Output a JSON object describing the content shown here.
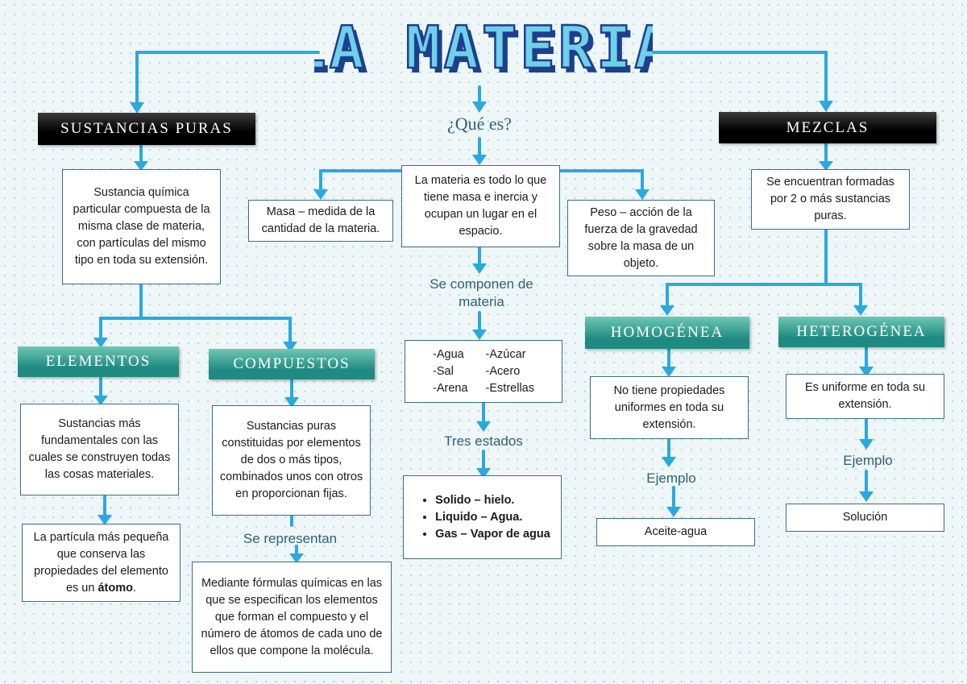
{
  "title": "LA MATERIA",
  "center": {
    "question": "¿Qué es?",
    "definition": "La materia es todo lo que tiene masa e inercia y ocupan un lugar en el espacio.",
    "masa": "Masa – medida de la cantidad de la materia.",
    "peso": "Peso – acción de la fuerza de la gravedad sobre la masa de un objeto.",
    "se_componen": "Se componen de materia",
    "examples": [
      "-Agua",
      "-Azúcar",
      "-Sal",
      "-Acero",
      "-Arena",
      "-Estrellas"
    ],
    "tres_estados": "Tres estados",
    "states": [
      "Solido – hielo.",
      "Liquido – Agua.",
      "Gas – Vapor de agua"
    ]
  },
  "sustancias": {
    "header": "SUSTANCIAS PURAS",
    "definition": "Sustancia química particular compuesta de la misma clase de materia, con partículas del mismo tipo en toda su extensión.",
    "elementos": {
      "header": "ELEMENTOS",
      "definition": "Sustancias más fundamentales con las cuales se construyen todas las cosas materiales.",
      "particle_text": "La partícula más pequeña que conserva las propiedades del elemento es un",
      "particle_bold": "átomo",
      "particle_end": "."
    },
    "compuestos": {
      "header": "COMPUESTOS",
      "definition": "Sustancias puras constituidas por elementos de dos o más tipos, combinados unos con otros en proporcionan fijas.",
      "se_representan": "Se representan",
      "formula": "Mediante fórmulas químicas en las que se especifican los elementos que forman el compuesto y el número de átomos de cada uno de ellos que compone la molécula."
    }
  },
  "mezclas": {
    "header": "MEZCLAS",
    "definition": "Se encuentran formadas por 2 o más sustancias puras.",
    "homogenea": {
      "header": "HOMOGÉNEA",
      "definition": "No tiene propiedades uniformes en toda su extensión.",
      "ejemplo": "Ejemplo",
      "example": "Aceite-agua"
    },
    "heterogenea": {
      "header": "HETEROGÉNEA",
      "definition": "Es uniforme en toda su extensión.",
      "ejemplo": "Ejemplo",
      "example": "Solución"
    }
  },
  "colors": {
    "arrow": "#29a9df",
    "teal": "#1e8a82",
    "title_fill": "#6fd0e8",
    "title_outline": "#1d3f8f"
  }
}
